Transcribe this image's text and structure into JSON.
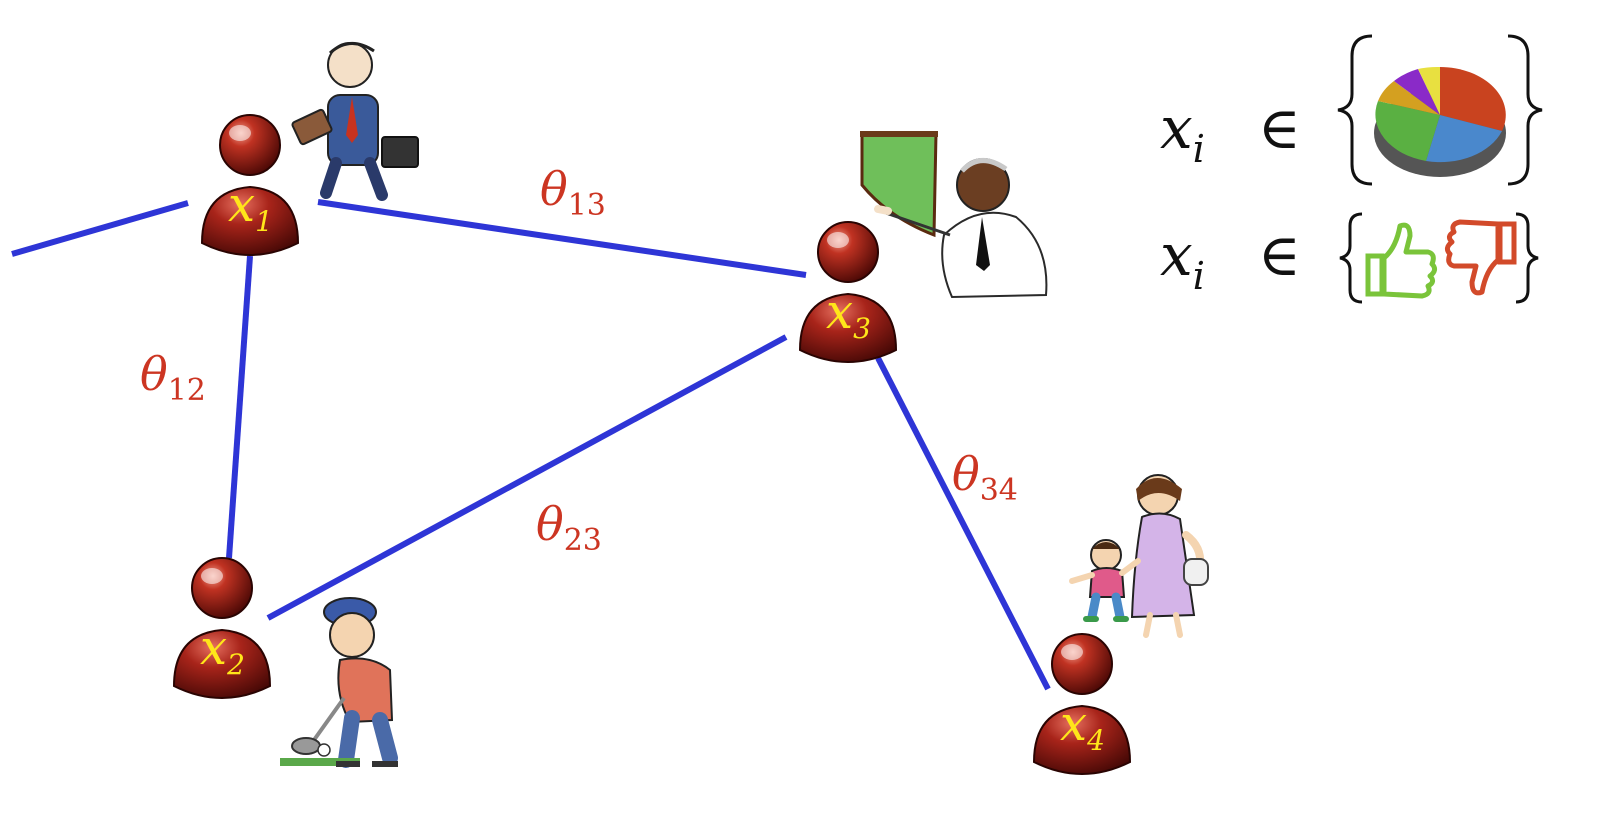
{
  "colors": {
    "edge": "#2e35d6",
    "edge_label": "#cc3522",
    "node_label": "#ffe61a",
    "node_dark": "#5a0a05",
    "node_mid": "#9a1a10",
    "node_light": "#d9574a"
  },
  "nodes": [
    {
      "id": "x1",
      "base": "x",
      "sub": "1"
    },
    {
      "id": "x2",
      "base": "x",
      "sub": "2"
    },
    {
      "id": "x3",
      "base": "x",
      "sub": "3"
    },
    {
      "id": "x4",
      "base": "x",
      "sub": "4"
    }
  ],
  "edges": [
    {
      "id": "e12",
      "base": "θ",
      "sub": "12"
    },
    {
      "id": "e13",
      "base": "θ",
      "sub": "13"
    },
    {
      "id": "e23",
      "base": "θ",
      "sub": "23"
    },
    {
      "id": "e34",
      "base": "θ",
      "sub": "34"
    }
  ],
  "legend": {
    "row1": {
      "var": "x",
      "sub": "i",
      "symbol": "∈",
      "set_icon": "pie-chart-icon"
    },
    "row2": {
      "var": "x",
      "sub": "i",
      "symbol": "∈",
      "set_icons": [
        "thumbs-up-icon",
        "thumbs-down-icon"
      ]
    }
  },
  "people_icons": [
    "businessman-icon",
    "teacher-icon",
    "golfer-icon",
    "mother-child-icon"
  ]
}
